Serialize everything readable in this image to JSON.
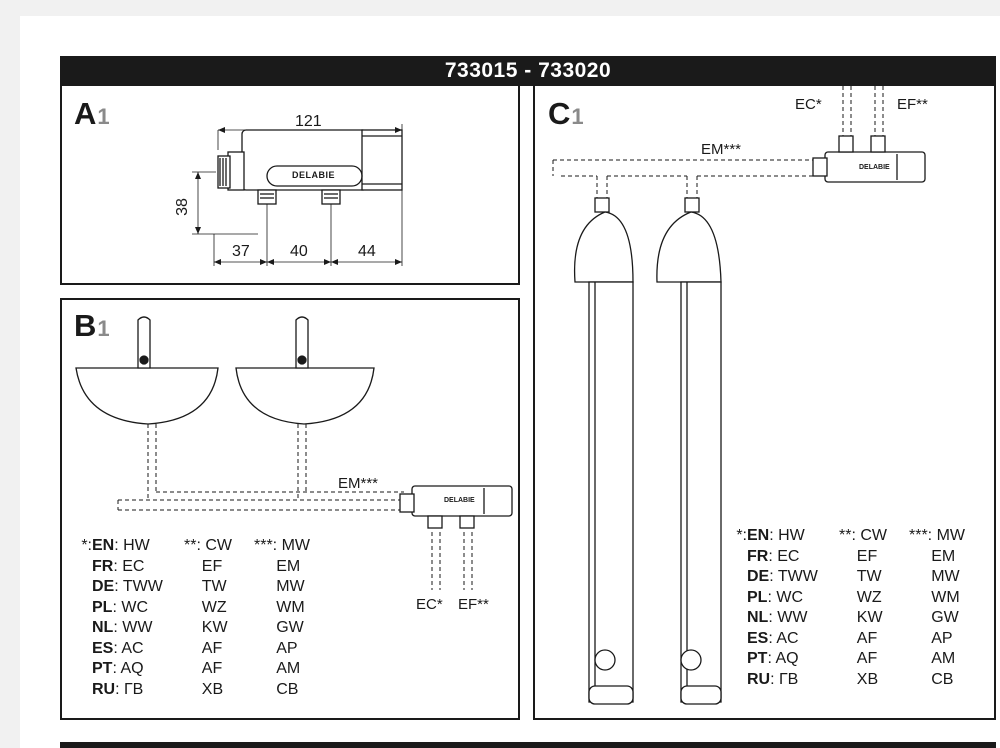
{
  "title": "733015 - 733020",
  "panels": {
    "a": {
      "label": "A",
      "sub": "1",
      "dims": {
        "length": "121",
        "height": "38",
        "d1": "37",
        "d2": "40",
        "d3": "44"
      },
      "brand": "DELABIE"
    },
    "b": {
      "label": "B",
      "sub": "1",
      "em_label": "EM***",
      "ec_label": "EC*",
      "ef_label": "EF**",
      "brand": "DELABIE"
    },
    "c": {
      "label": "C",
      "sub": "1",
      "em_label": "EM***",
      "ec_label": "EC*",
      "ef_label": "EF**",
      "brand": "DELABIE"
    }
  },
  "legend": {
    "markers": [
      "*:",
      "**:",
      "***:"
    ],
    "rows": [
      {
        "lang": "EN",
        "hot": "HW",
        "cold": "CW",
        "mixed": "MW"
      },
      {
        "lang": "FR",
        "hot": "EC",
        "cold": "EF",
        "mixed": "EM"
      },
      {
        "lang": "DE",
        "hot": "TWW",
        "cold": "TW",
        "mixed": "MW"
      },
      {
        "lang": "PL",
        "hot": "WC",
        "cold": "WZ",
        "mixed": "WM"
      },
      {
        "lang": "NL",
        "hot": "WW",
        "cold": "KW",
        "mixed": "GW"
      },
      {
        "lang": "ES",
        "hot": "AC",
        "cold": "AF",
        "mixed": "AP"
      },
      {
        "lang": "PT",
        "hot": "AQ",
        "cold": "AF",
        "mixed": "AM"
      },
      {
        "lang": "RU",
        "hot": "ГВ",
        "cold": "ХВ",
        "mixed": "СВ"
      }
    ]
  }
}
